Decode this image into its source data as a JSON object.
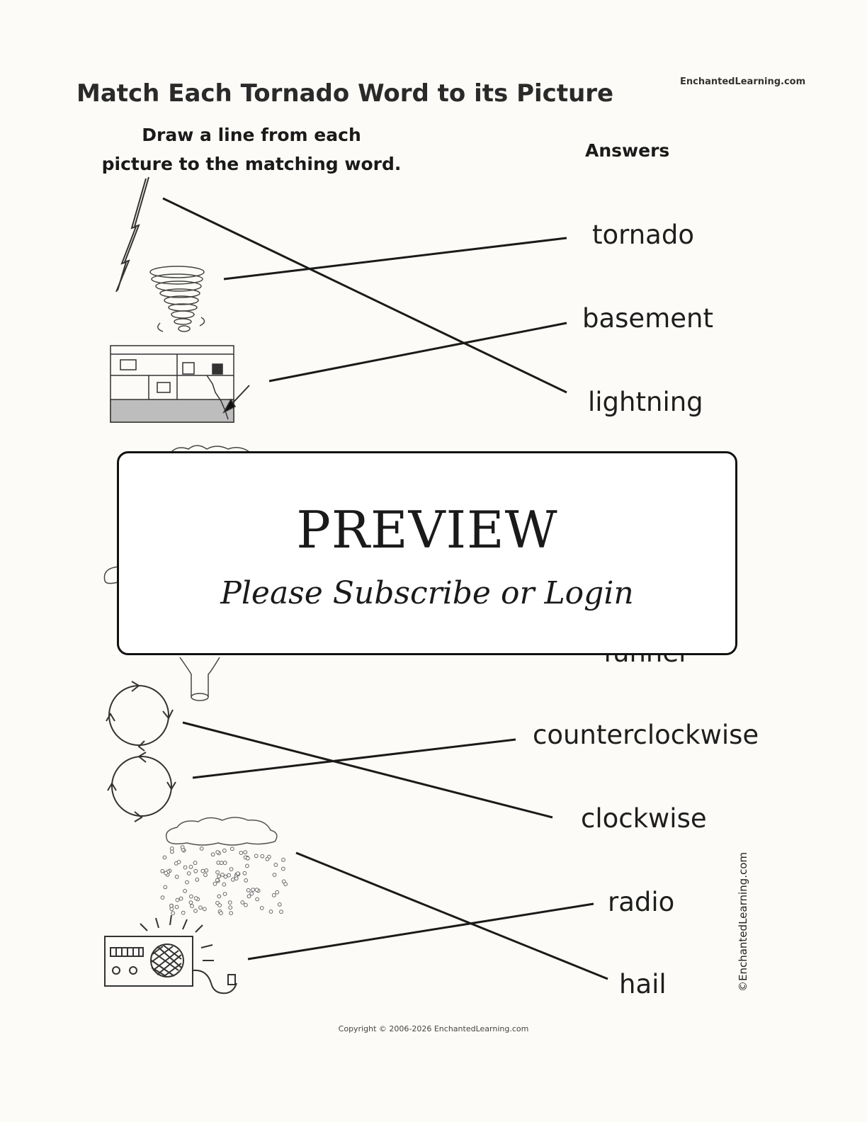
{
  "header": {
    "title": "Match Each Tornado Word to its Picture",
    "site": "EnchantedLearning.com"
  },
  "instructions": {
    "line1": "Draw a line from each",
    "line2": "picture to the matching word."
  },
  "answers_label": "Answers",
  "words": [
    "tornado",
    "basement",
    "lightning",
    "funnel",
    "counterclockwise",
    "clockwise",
    "radio",
    "hail"
  ],
  "icons": [
    "lightning-bolt-icon",
    "tornado-icon",
    "house-basement-icon",
    "cloud-icon",
    "funnel-icon",
    "clockwise-circle-icon",
    "counterclockwise-circle-icon",
    "hail-cloud-icon",
    "radio-icon"
  ],
  "overlay": {
    "heading": "PREVIEW",
    "subheading": "Please Subscribe or Login"
  },
  "side_credit": "©EnchantedLearning.com",
  "footer": {
    "copyright": "Copyright © 2006-2026 EnchantedLearning.com"
  }
}
